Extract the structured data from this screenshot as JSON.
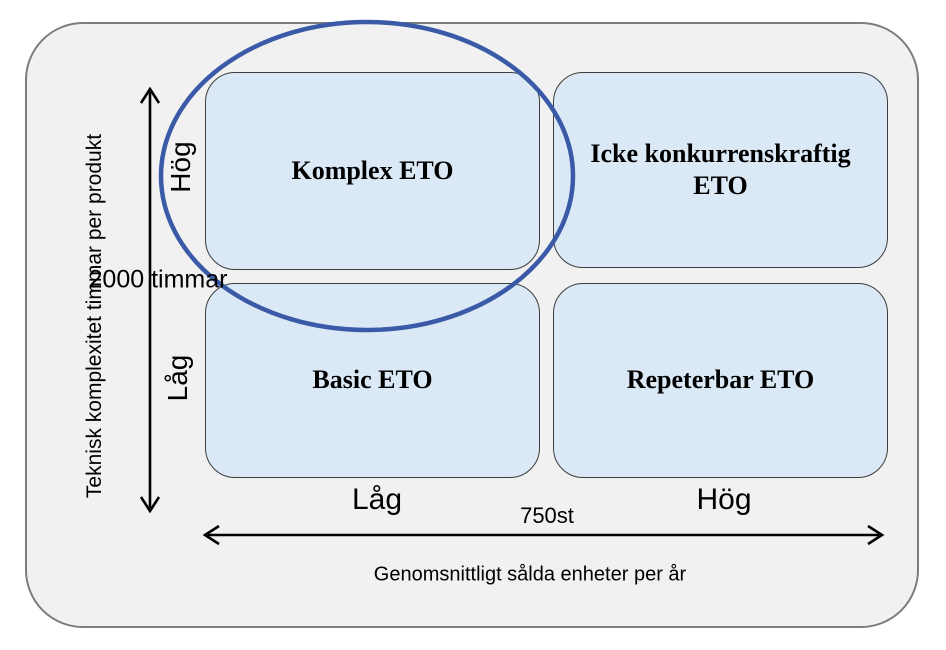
{
  "diagram": {
    "type": "quadrant-matrix",
    "quadrants": [
      {
        "position": "top-left",
        "label": "Komplex ETO"
      },
      {
        "position": "top-right",
        "label": "Icke konkurrenskraftig ETO"
      },
      {
        "position": "bottom-left",
        "label": "Basic ETO"
      },
      {
        "position": "bottom-right",
        "label": "Repeterbar ETO"
      }
    ],
    "y_axis": {
      "title": "Teknisk komplexitet timmar per produkt",
      "high": "Hög",
      "low": "Låg",
      "threshold": "2000 timmar"
    },
    "x_axis": {
      "title": "Genomsnittligt sålda enheter per år",
      "low": "Låg",
      "high": "Hög",
      "threshold": "750st"
    },
    "highlight": {
      "shape": "ellipse",
      "around": "Komplex ETO",
      "color": "#3a5aa8"
    },
    "colors": {
      "quadrant_fill": "#dbe9f7",
      "quadrant_border": "#3d3d3d",
      "canvas_fill": "#f1f1f1",
      "canvas_border": "#7d7d7d",
      "ellipse_stroke": "#3a5aa8",
      "text": "#000000"
    }
  }
}
